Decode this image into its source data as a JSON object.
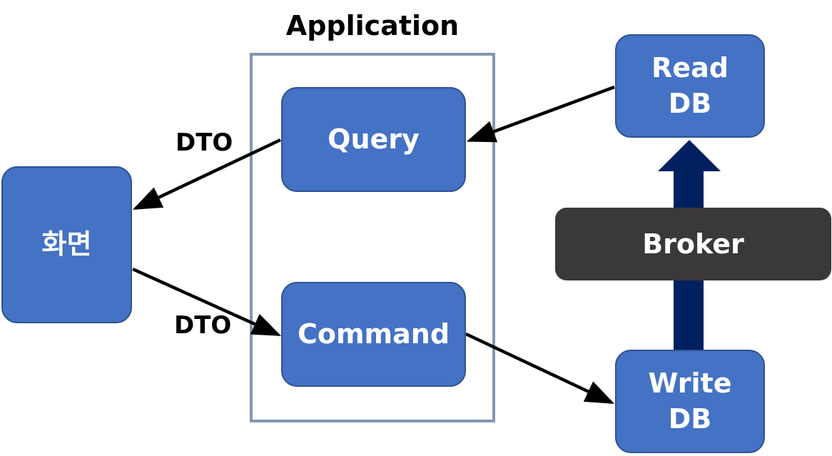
{
  "group": {
    "title": "Application",
    "border_color": "#8497b0"
  },
  "nodes": {
    "screen": "화면",
    "query": "Query",
    "command": "Command",
    "read_db": "Read\nDB",
    "write_db": "Write\nDB",
    "broker": "Broker"
  },
  "edge_labels": {
    "query_to_screen": "DTO",
    "screen_to_command": "DTO"
  },
  "colors": {
    "node_fill": "#4472c4",
    "node_border": "#2f528f",
    "broker_fill": "#3a3838",
    "sync_arrow": "#002060",
    "edge": "#000000"
  }
}
